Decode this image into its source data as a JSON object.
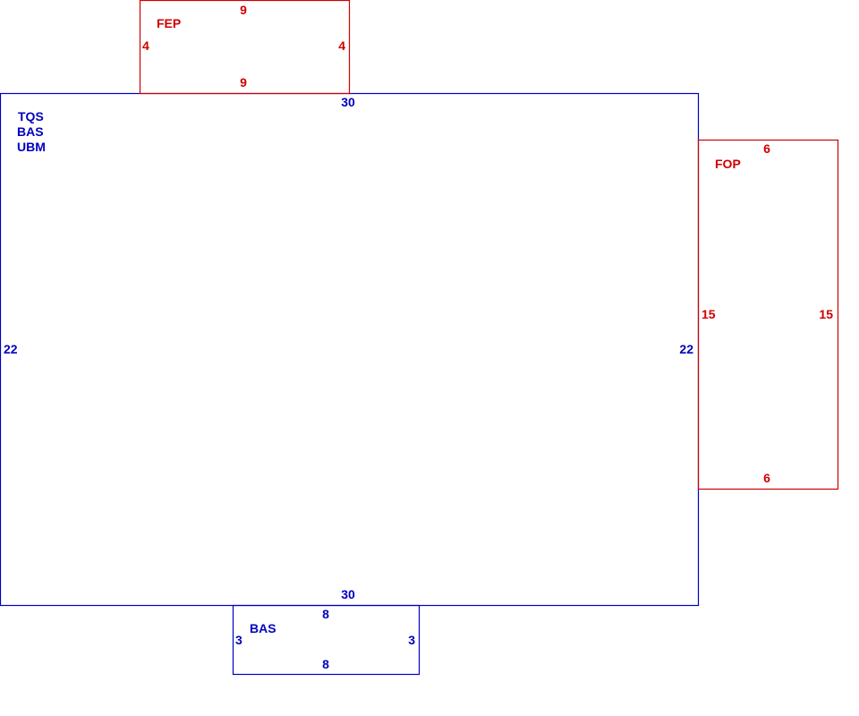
{
  "colors": {
    "blue": "#0000c0",
    "red": "#d00000"
  },
  "areas": {
    "main": {
      "labels": [
        "TQS",
        "BAS",
        "UBM"
      ],
      "dims": {
        "top": "30",
        "bottom": "30",
        "left": "22",
        "right": "22"
      }
    },
    "fep": {
      "label": "FEP",
      "dims": {
        "top": "9",
        "bottom": "9",
        "left": "4",
        "right": "4"
      }
    },
    "fop": {
      "label": "FOP",
      "dims": {
        "top": "6",
        "bottom": "6",
        "left": "15",
        "right": "15"
      }
    },
    "bas": {
      "label": "BAS",
      "dims": {
        "top": "8",
        "bottom": "8",
        "left": "3",
        "right": "3"
      }
    }
  }
}
